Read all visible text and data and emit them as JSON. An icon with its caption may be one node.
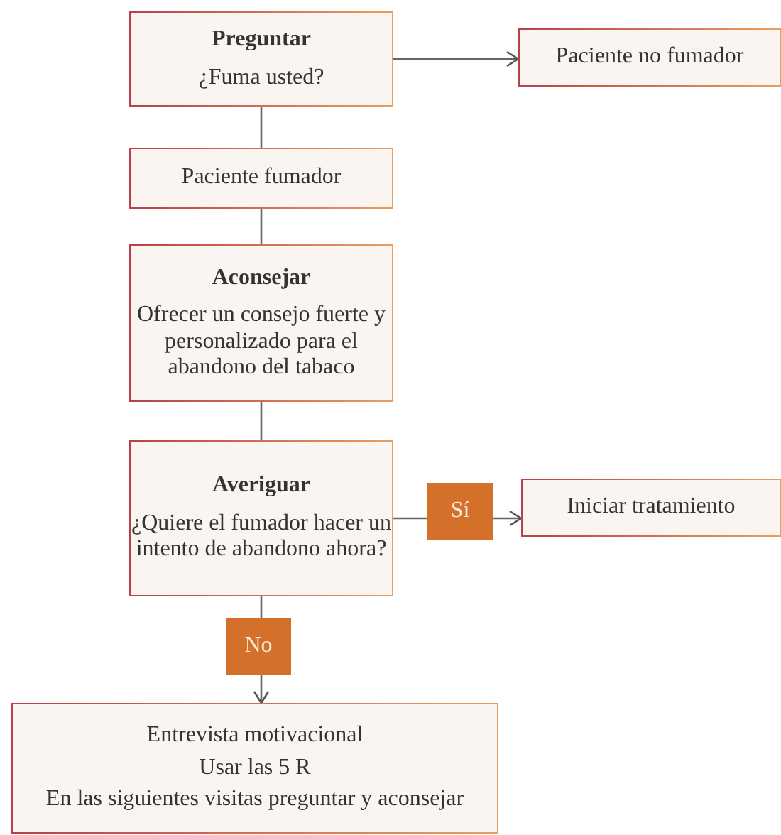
{
  "diagram": {
    "nodes": [
      {
        "text": [
          "Preguntar",
          "¿Fuma usted?"
        ]
      },
      {
        "text": [
          "Paciente no fumador"
        ]
      },
      {
        "text": [
          "Paciente fumador"
        ]
      },
      {
        "text": [
          "Aconsejar",
          "Ofrecer un consejo fuerte y personalizado para el abandono del tabaco"
        ]
      },
      {
        "text": [
          "Averiguar",
          "¿Quiere el fumador hacer un intento de abandono ahora?"
        ]
      },
      {
        "text": [
          "Iniciar tratamiento"
        ]
      },
      {
        "text": [
          "Entrevista motivacional",
          "Usar las 5 R",
          "En las siguientes visitas preguntar y aconsejar"
        ]
      }
    ],
    "edges": [
      {
        "from": 0,
        "to": 1,
        "arrow": "to"
      },
      {
        "from": 0,
        "to": 2,
        "arrow": "none"
      },
      {
        "from": 2,
        "to": 3,
        "arrow": "none"
      },
      {
        "from": 3,
        "to": 4,
        "arrow": "none"
      },
      {
        "from": 4,
        "to": 5,
        "arrow": "to",
        "label": "Sí"
      },
      {
        "from": 4,
        "to": 6,
        "arrow": "to",
        "label": "No"
      }
    ]
  }
}
